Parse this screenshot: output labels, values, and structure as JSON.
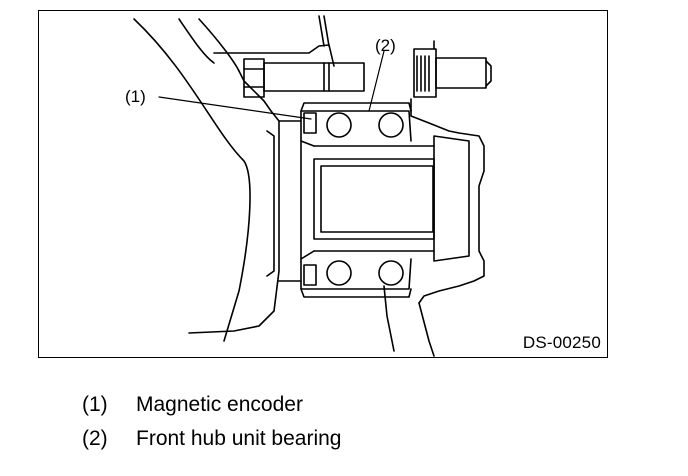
{
  "figure": {
    "code": "DS-00250",
    "callouts": [
      {
        "id": "1",
        "label": "(1)"
      },
      {
        "id": "2",
        "label": "(2)"
      }
    ]
  },
  "legend": [
    {
      "number": "(1)",
      "text": "Magnetic encoder"
    },
    {
      "number": "(2)",
      "text": "Front hub unit bearing"
    }
  ],
  "colors": {
    "line": "#000000",
    "background": "#ffffff"
  }
}
